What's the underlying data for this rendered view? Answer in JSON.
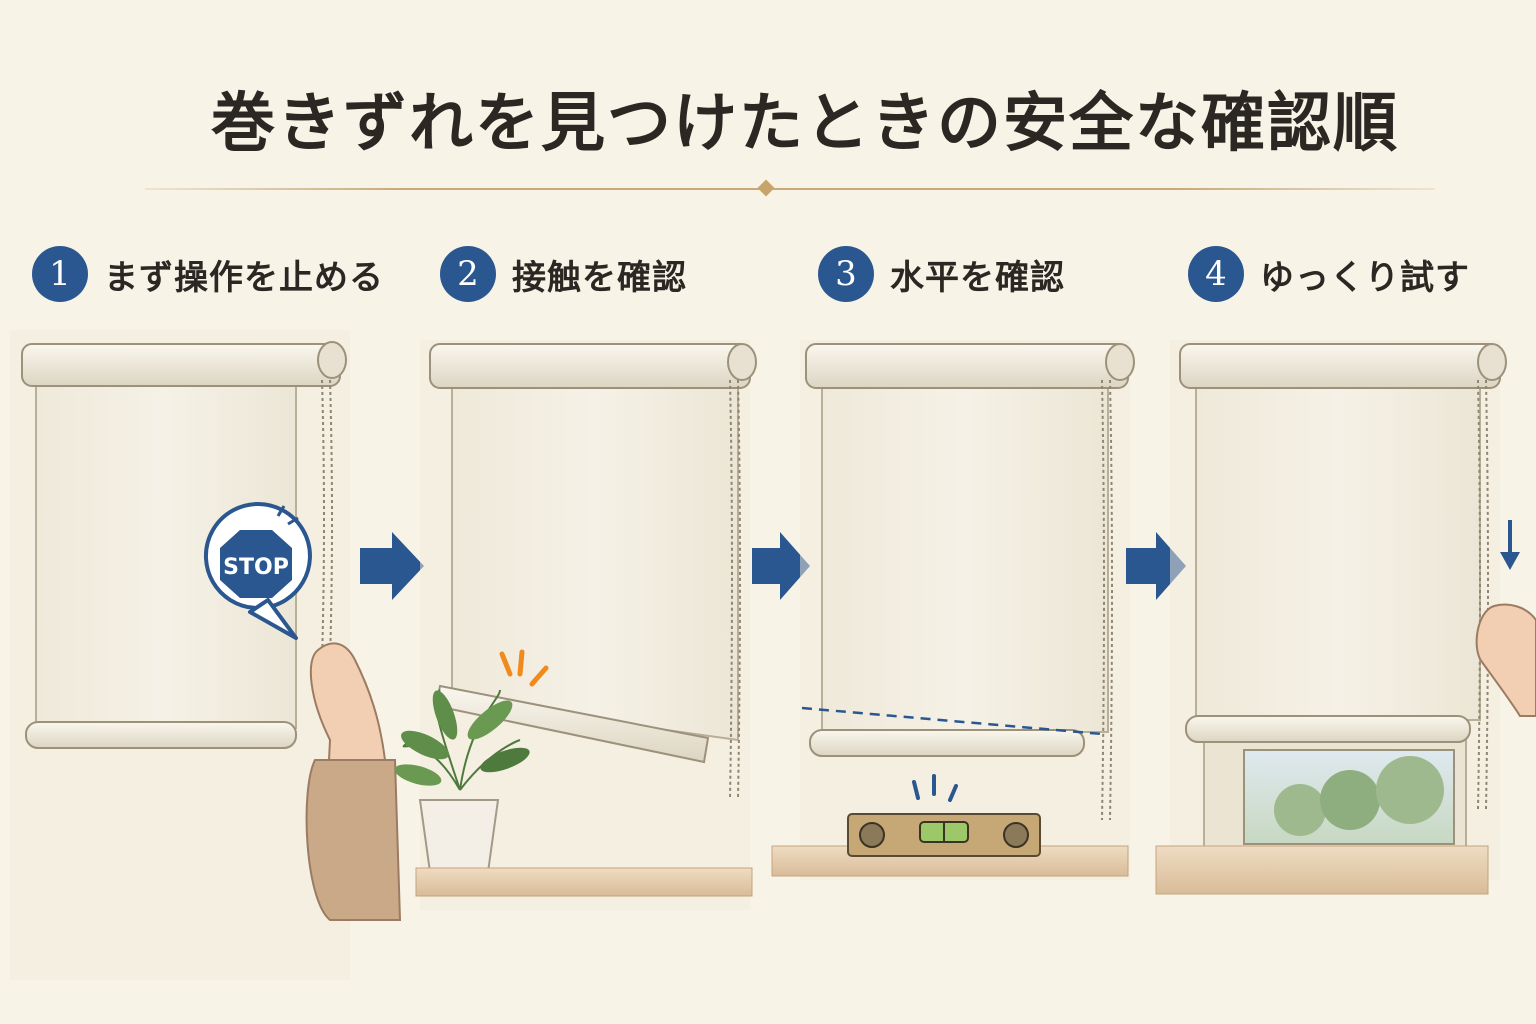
{
  "title": "巻きずれを見つけたときの安全な確認順",
  "steps": [
    {
      "number": "1",
      "label": "まず操作を止める"
    },
    {
      "number": "2",
      "label": "接触を確認"
    },
    {
      "number": "3",
      "label": "水平を確認"
    },
    {
      "number": "4",
      "label": "ゆっくり試す"
    }
  ],
  "stop_sign": "STOP",
  "colors": {
    "accent_blue": "#2a5790",
    "background": "#f8f3e7",
    "blind_fabric": "#f3eee0",
    "alert_orange": "#f08a1c"
  },
  "icons": [
    "stop-sign-icon",
    "right-arrow-icon",
    "down-arrow-icon",
    "spirit-level-icon",
    "potted-plant-icon",
    "hand-icon"
  ]
}
